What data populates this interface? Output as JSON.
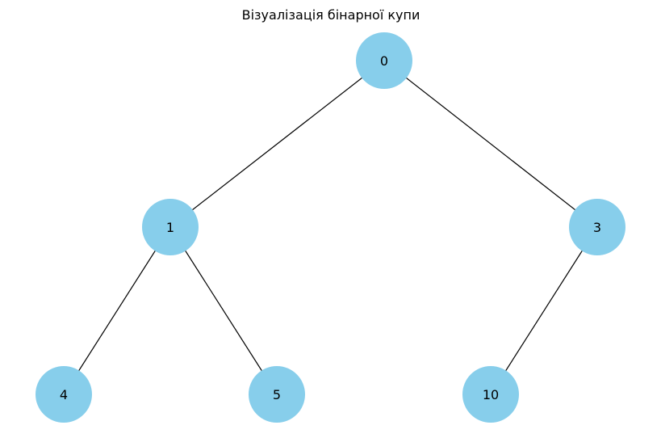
{
  "title": "Візуалізація бінарної купи",
  "colors": {
    "node_fill": "#87CEEB",
    "edge": "#000000",
    "text": "#000000",
    "background": "#ffffff"
  },
  "heap": {
    "nodes": [
      {
        "id": "n0",
        "label": "0"
      },
      {
        "id": "n1",
        "label": "1"
      },
      {
        "id": "n2",
        "label": "3"
      },
      {
        "id": "n3",
        "label": "4"
      },
      {
        "id": "n4",
        "label": "5"
      },
      {
        "id": "n5",
        "label": "10"
      }
    ],
    "edges": [
      {
        "from": "n0",
        "to": "n1"
      },
      {
        "from": "n0",
        "to": "n2"
      },
      {
        "from": "n1",
        "to": "n3"
      },
      {
        "from": "n1",
        "to": "n4"
      },
      {
        "from": "n2",
        "to": "n5"
      }
    ]
  }
}
